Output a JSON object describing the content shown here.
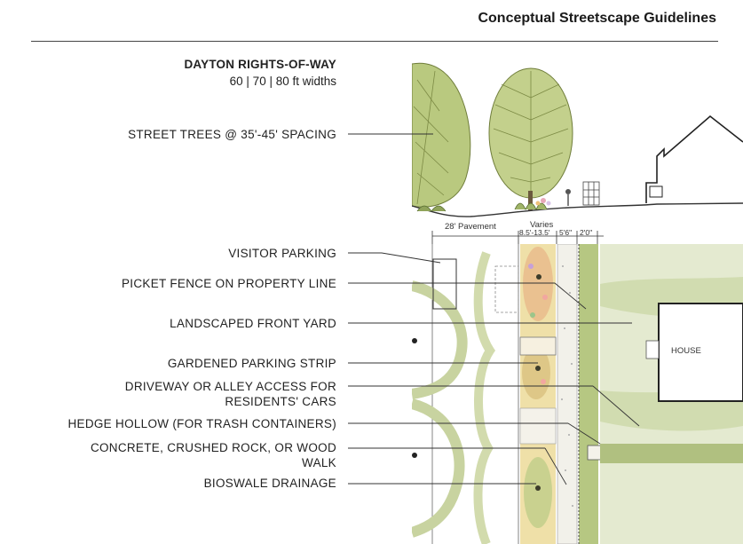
{
  "header": {
    "title": "Conceptual Streetscape Guidelines"
  },
  "section": {
    "title": "DAYTON RIGHTS-OF-WAY",
    "subtitle": "60 | 70 | 80 ft widths"
  },
  "labels": {
    "street_trees": "STREET TREES @ 35'-45' SPACING",
    "visitor_parking": "VISITOR PARKING",
    "picket_fence": "PICKET FENCE ON PROPERTY LINE",
    "front_yard": "LANDSCAPED FRONT YARD",
    "parking_strip": "GARDENED PARKING STRIP",
    "driveway_line1": "DRIVEWAY OR ALLEY ACCESS FOR",
    "driveway_line2": "RESIDENTS' CARS",
    "hedge_hollow": "HEDGE HOLLOW (FOR TRASH CONTAINERS)",
    "walk_line1": "CONCRETE, CRUSHED ROCK, OR WOOD",
    "walk_line2": "WALK",
    "bioswale": "BIOSWALE DRAINAGE"
  },
  "dimensions": {
    "pavement": "28' Pavement",
    "varies": "Varies",
    "varies_range": "8.5'-13.5'",
    "walk_width": "5'6\"",
    "fence_offset": "2'0\""
  },
  "plan": {
    "house": "HOUSE"
  },
  "colors": {
    "tree_green": "#b7c77a",
    "grass": "#dfe6c4",
    "flowers": "#e8b77a",
    "leader": "#333333"
  }
}
